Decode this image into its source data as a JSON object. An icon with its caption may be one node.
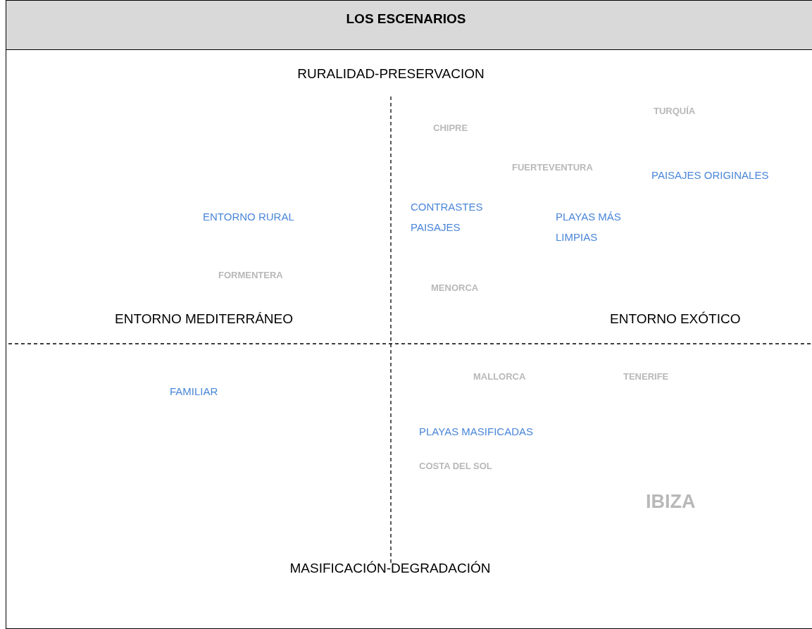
{
  "diagram": {
    "title": "LOS ESCENARIOS",
    "labels": [
      "RURALIDAD-PRESERVACION",
      "TURQUÍA",
      "CHIPRE",
      "FUERTEVENTURA",
      "PAISAJES ORIGINALES",
      "CONTRASTES PAISAJES",
      "ENTORNO RURAL",
      "PLAYAS MÁS LIMPIAS",
      "FORMENTERA",
      "MENORCA",
      "ENTORNO MEDITERRÁNEO",
      "ENTORNO EXÓTICO",
      "MALLORCA",
      "TENERIFE",
      "FAMILIAR",
      "PLAYAS MASIFICADAS",
      "COSTA DEL SOL",
      "IBIZA",
      "MASIFICACIÓN-DEGRADACIÓN"
    ]
  }
}
